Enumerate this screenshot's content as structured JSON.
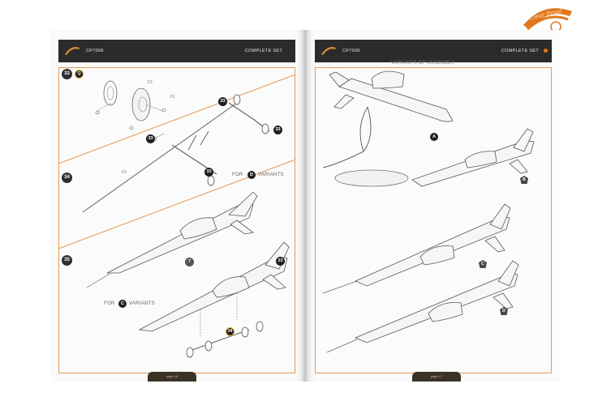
{
  "brand": {
    "name": "Clear Prop!",
    "logo_color": "#e2761b"
  },
  "left_page": {
    "header": {
      "code": "CP7006",
      "set_label": "COMPLETE SET"
    },
    "steps": [
      "33",
      "34",
      "35"
    ],
    "callouts": {
      "q": "Q",
      "s33_a": "33",
      "s33_b": "33",
      "s33_c": "33",
      "s33_d": "33",
      "s23": "23",
      "s34": "34",
      "s7": "7"
    },
    "part_labels": {
      "f2": "F2",
      "f1": "F1",
      "f3": "F3"
    },
    "for_d": {
      "for": "FOR",
      "badge": "D",
      "variants": "VARIANTS"
    },
    "for_c": {
      "for": "FOR",
      "badge": "C",
      "variants": "VARIANTS"
    },
    "footer": "page 16"
  },
  "right_page": {
    "header": {
      "code": "CP7006",
      "set_label": "COMPLETE SET"
    },
    "title": "VARIANTS OF ASSEMBLY",
    "variants": [
      "A",
      "B",
      "C",
      "D"
    ],
    "footer": "page 17"
  },
  "colors": {
    "accent": "#e2761b",
    "header_bg": "#2b2b2b",
    "frame": "#e59a54"
  }
}
